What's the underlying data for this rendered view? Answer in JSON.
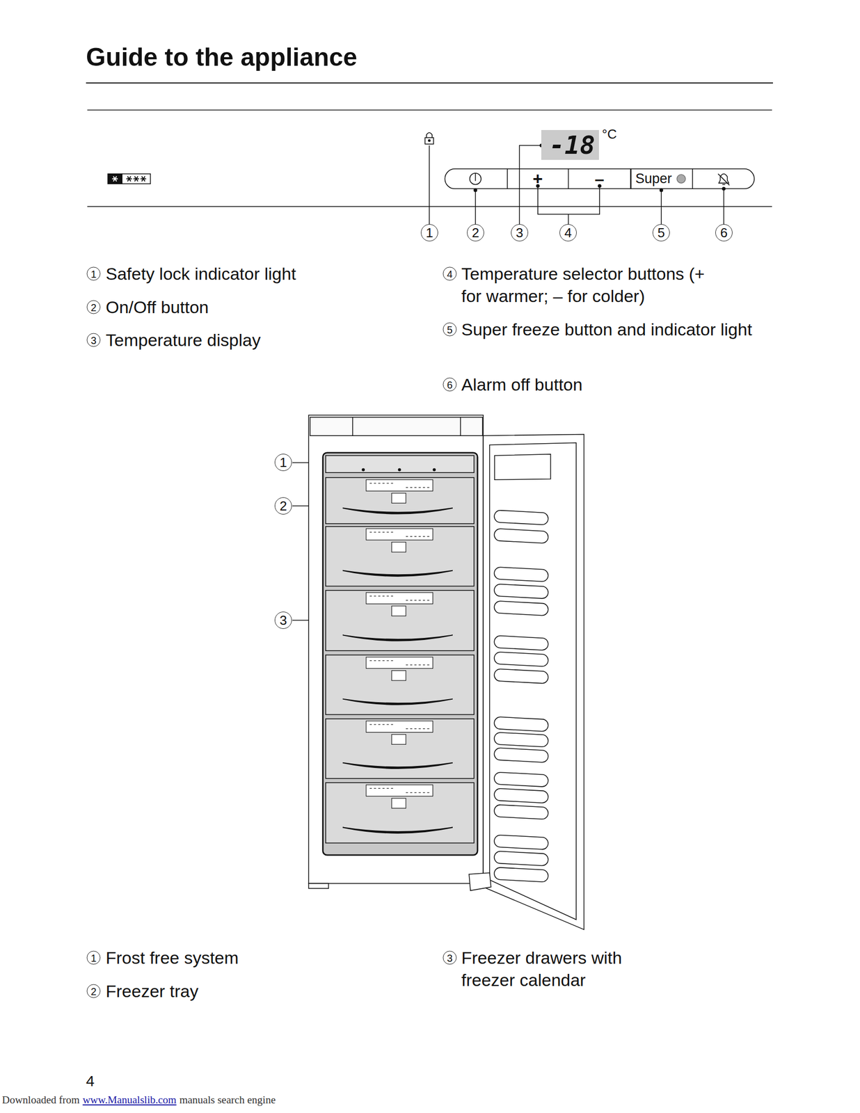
{
  "diagram": {
    "title": "Guide to the appliance",
    "nodes": [
      {
        "text": [
          "-18"
        ]
      },
      {
        "text": [
          "+"
        ]
      },
      {
        "text": [
          "–"
        ]
      },
      {
        "text": [
          "Super"
        ]
      }
    ],
    "labels": [
      "°C",
      "1",
      "2",
      "3",
      "4",
      "5",
      "6",
      "1",
      "Safety lock indicator light",
      "2",
      "On/Off button",
      "3",
      "Temperature display",
      "4",
      "Temperature selector buttons (+ for warmer; – for colder)",
      "5",
      "Super freeze button and indicator light",
      "6",
      "Alarm off button",
      "1",
      "2",
      "3",
      "1",
      "Frost free system",
      "2",
      "Freezer tray",
      "3",
      "Freezer drawers with freezer calendar",
      "4",
      "Downloaded from",
      "www.Manualslib.com",
      "manuals search engine"
    ]
  }
}
